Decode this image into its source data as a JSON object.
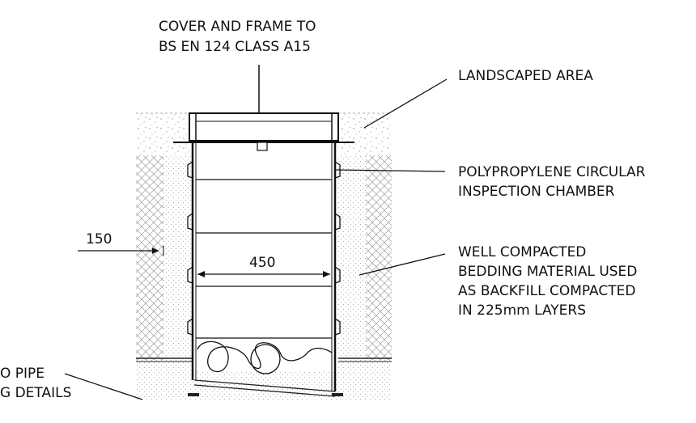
{
  "labels": {
    "cover_line1": "COVER AND FRAME TO",
    "cover_line2": "BS EN 124 CLASS A15",
    "landscaped": "LANDSCAPED AREA",
    "chamber_line1": "POLYPROPYLENE CIRCULAR",
    "chamber_line2": "INSPECTION CHAMBER",
    "bedding_line1": "WELL COMPACTED",
    "bedding_line2": "BEDDING MATERIAL USED",
    "bedding_line3": "AS BACKFILL COMPACTED",
    "bedding_line4": "IN 225mm LAYERS",
    "pipe_line1": "O PIPE",
    "pipe_line2": "G DETAILS"
  },
  "dimensions": {
    "side_clearance": "150",
    "chamber_width": "450"
  }
}
